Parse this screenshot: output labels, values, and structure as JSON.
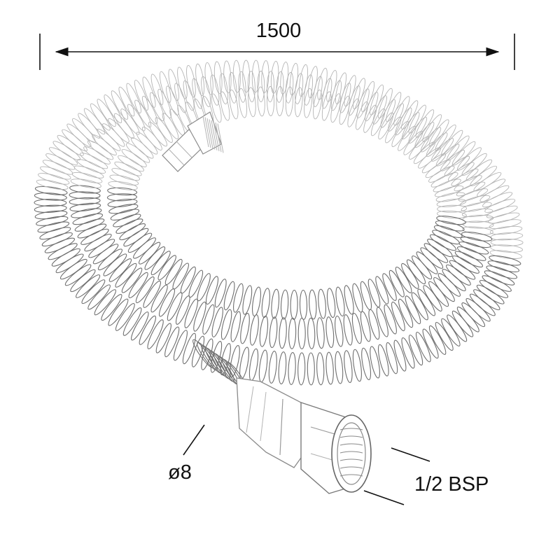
{
  "dimensions": {
    "length": "1500",
    "diameter": "ø8",
    "thread": "1/2 BSP"
  },
  "colors": {
    "ink": "#111111",
    "sketch": "#6e6e6e",
    "sketch_light": "#b4b4b4"
  },
  "icons": {
    "hose": "coiled-shower-hose-drawing"
  }
}
